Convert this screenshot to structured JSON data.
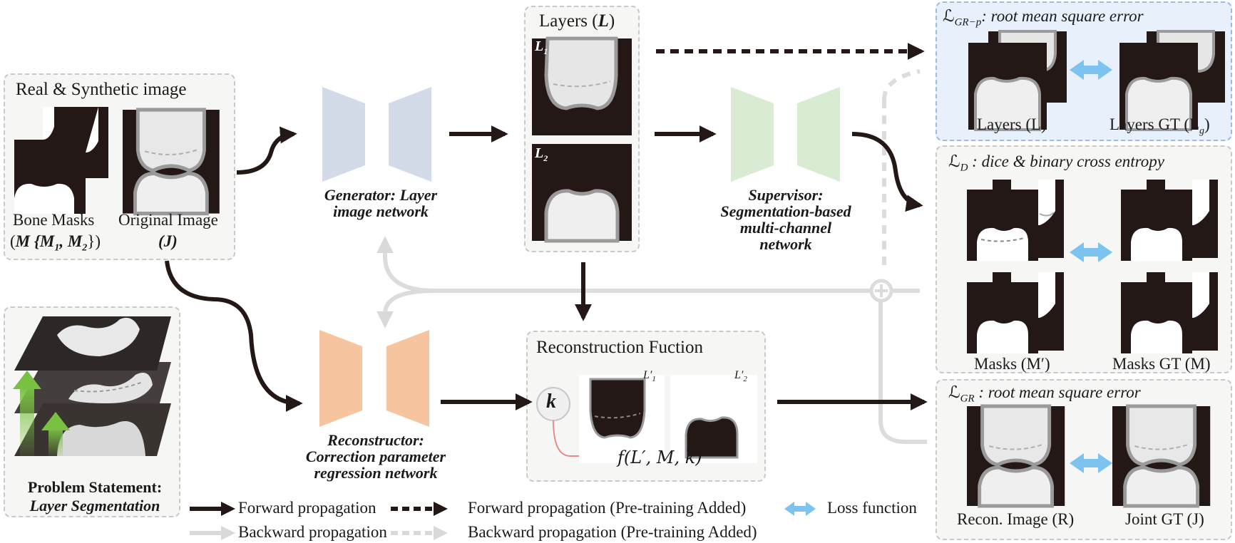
{
  "input_panel": {
    "title": "Real & Synthetic image",
    "mask_label": "Bone Masks",
    "mask_sub_prefix": "M {M",
    "mask_sub_mid": ", M",
    "mask_sub_suffix": "})",
    "mask_sub_open": "(",
    "mask_sub_1": "1",
    "mask_sub_2": "2",
    "original_label": "Original Image",
    "original_sub": "(J)"
  },
  "problem": {
    "title": "Problem Statement:",
    "subtitle": "Layer Segmentation"
  },
  "generator": {
    "line1": "Generator: Layer",
    "line2": "image network"
  },
  "reconstructor": {
    "line1": "Reconstructor:",
    "line2": "Correction parameter",
    "line3": "regression network"
  },
  "supervisor": {
    "line1": "Supervisor:",
    "line2": "Segmentation-based",
    "line3": "multi-channel",
    "line4": "network"
  },
  "layers_panel": {
    "title": "Layers (",
    "title_var": "L",
    "title_close": ")",
    "l1": "L",
    "l1_sub": "1",
    "l2": "L",
    "l2_sub": "2"
  },
  "recon_panel": {
    "title": "Reconstruction Fuction",
    "k": "k",
    "l1p": "L′",
    "l1p_sub": "1",
    "l2p": "L′",
    "l2p_sub": "2",
    "formula": "f(L′, M, k)"
  },
  "loss_grp": {
    "symbol": "ℒ",
    "sub": "GR−p",
    "desc": ": root mean square error",
    "left_label": "Layers (L)",
    "right_label": "Layers GT (L",
    "right_sub": "g",
    "right_close": ")"
  },
  "loss_d": {
    "symbol": "ℒ",
    "sub": "D",
    "desc": " : dice & binary cross entropy",
    "left_label": "Masks (M′)",
    "right_label": "Masks GT (M)"
  },
  "loss_gr": {
    "symbol": "ℒ",
    "sub": "GR",
    "desc": " : root mean square error",
    "left_label": "Recon. Image (R)",
    "right_label": "Joint GT (J)"
  },
  "legend": {
    "forward": "Forward propagation",
    "forward_pre": "Forward propagation (Pre-training Added)",
    "loss": "Loss function",
    "backward": "Backward propagation",
    "backward_pre": "Backward propagation (Pre-training Added)"
  },
  "colors": {
    "generator": "#d3dbe8",
    "reconstructor": "#f7c4a0",
    "supervisor": "#d9ebd2",
    "arrow_forward": "#231815",
    "arrow_backward": "#d9d9d9",
    "loss_arrow": "#7cc4ef",
    "bone_dark": "#231815",
    "bone_light": "#e9e9e9",
    "green_arrow": "#7ac143"
  }
}
